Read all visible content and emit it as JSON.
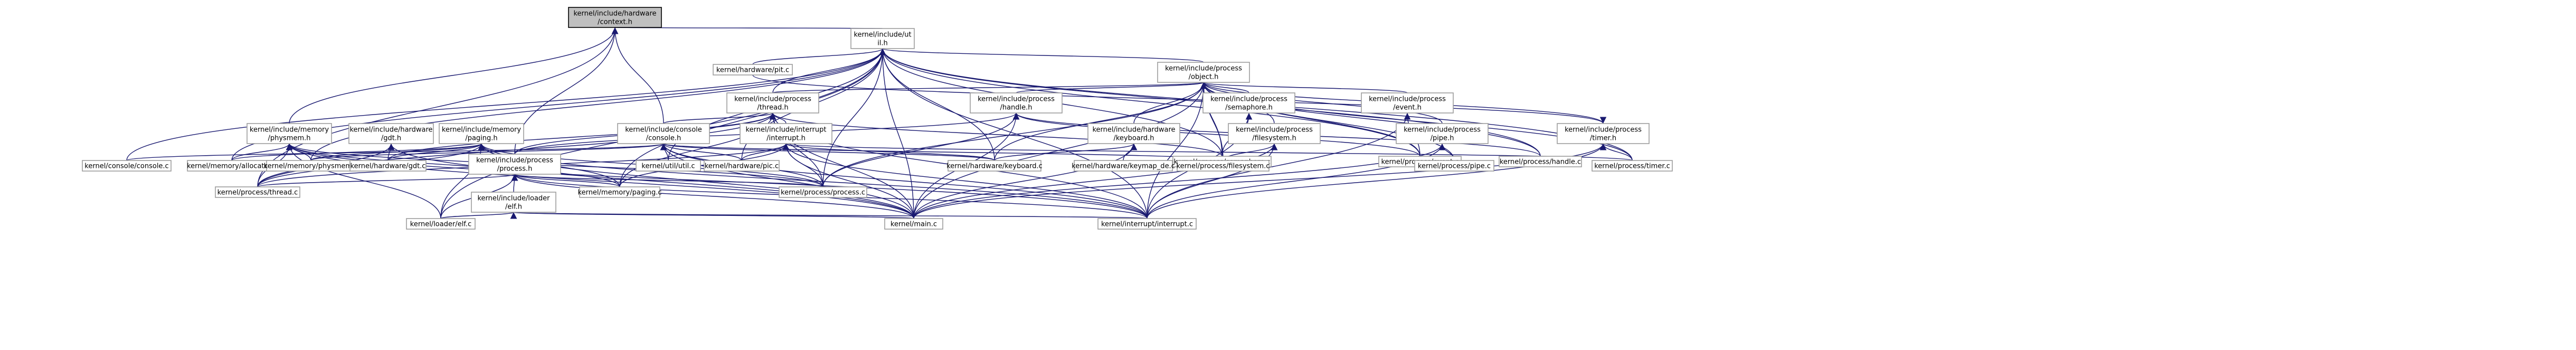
{
  "diagram": {
    "edge_color": "#191970",
    "root_fill": "#bfbfbf",
    "node_fill": "#ffffff",
    "node_border": "#9c9c9c",
    "nodes": [
      {
        "id": "console_h",
        "lines": [
          "kernel/include/hardware",
          "/context.h"
        ],
        "root": true
      },
      {
        "id": "util_h",
        "lines": [
          "kernel/include/ut",
          "il.h"
        ]
      },
      {
        "id": "object_h",
        "lines": [
          "kernel/include/process",
          "/object.h"
        ]
      },
      {
        "id": "thread_h",
        "lines": [
          "kernel/include/process",
          "/thread.h"
        ]
      },
      {
        "id": "handle_h",
        "lines": [
          "kernel/include/process",
          "/handle.h"
        ]
      },
      {
        "id": "semaphore_h",
        "lines": [
          "kernel/include/process",
          "/semaphore.h"
        ]
      },
      {
        "id": "event_h",
        "lines": [
          "kernel/include/process",
          "/event.h"
        ]
      },
      {
        "id": "filesystem_h",
        "lines": [
          "kernel/include/process",
          "/filesystem.h"
        ]
      },
      {
        "id": "pipe_h",
        "lines": [
          "kernel/include/process",
          "/pipe.h"
        ]
      },
      {
        "id": "timer_h",
        "lines": [
          "kernel/include/process",
          "/timer.h"
        ]
      },
      {
        "id": "keyboard_h",
        "lines": [
          "kernel/include/hardware",
          "/keyboard.h"
        ]
      },
      {
        "id": "interrupt_h",
        "lines": [
          "kernel/include/interrupt",
          "/interrupt.h"
        ]
      },
      {
        "id": "physmem_h",
        "lines": [
          "kernel/include/memory",
          "/physmem.h"
        ]
      },
      {
        "id": "gdt_h",
        "lines": [
          "kernel/include/hardware",
          "/gdt.h"
        ]
      },
      {
        "id": "paging_h",
        "lines": [
          "kernel/include/memory",
          "/paging.h"
        ]
      },
      {
        "id": "kconsole_h",
        "lines": [
          "kernel/include/console",
          "/console.h"
        ]
      },
      {
        "id": "process_h",
        "lines": [
          "kernel/include/process",
          "/process.h"
        ]
      },
      {
        "id": "elf_h",
        "lines": [
          "kernel/include/loader",
          "/elf.h"
        ]
      },
      {
        "id": "pit_c",
        "lines": [
          "kernel/hardware/pit.c"
        ]
      },
      {
        "id": "semaphore_c",
        "lines": [
          "kernel/process/semaphore.c"
        ]
      },
      {
        "id": "event_c",
        "lines": [
          "kernel/process/event.c"
        ]
      },
      {
        "id": "handle_c",
        "lines": [
          "kernel/process/handle.c"
        ]
      },
      {
        "id": "console_c",
        "lines": [
          "kernel/console/console.c"
        ]
      },
      {
        "id": "allocator_c",
        "lines": [
          "kernel/memory/allocator.c"
        ]
      },
      {
        "id": "physmem_c",
        "lines": [
          "kernel/memory/physmem.c"
        ]
      },
      {
        "id": "gdt_c",
        "lines": [
          "kernel/hardware/gdt.c"
        ]
      },
      {
        "id": "util_c",
        "lines": [
          "kernel/util/util.c"
        ]
      },
      {
        "id": "pic_c",
        "lines": [
          "kernel/hardware/pic.c"
        ]
      },
      {
        "id": "keyboard_c",
        "lines": [
          "kernel/hardware/keyboard.c"
        ]
      },
      {
        "id": "keymap_de_c",
        "lines": [
          "kernel/hardware/keymap_de.c"
        ]
      },
      {
        "id": "filesystem_c",
        "lines": [
          "kernel/process/filesystem.c"
        ]
      },
      {
        "id": "pipe_c",
        "lines": [
          "kernel/process/pipe.c"
        ]
      },
      {
        "id": "timer_c",
        "lines": [
          "kernel/process/timer.c"
        ]
      },
      {
        "id": "thread_c",
        "lines": [
          "kernel/process/thread.c"
        ]
      },
      {
        "id": "paging_c",
        "lines": [
          "kernel/memory/paging.c"
        ]
      },
      {
        "id": "process_c",
        "lines": [
          "kernel/process/process.c"
        ]
      },
      {
        "id": "elf_c",
        "lines": [
          "kernel/loader/elf.c"
        ]
      },
      {
        "id": "main_c",
        "lines": [
          "kernel/main.c"
        ]
      },
      {
        "id": "interrupt_c",
        "lines": [
          "kernel/interrupt/interrupt.c"
        ]
      }
    ],
    "edges": [
      [
        "console_h",
        "util_h"
      ],
      [
        "console_h",
        "physmem_h"
      ],
      [
        "console_h",
        "kconsole_h"
      ],
      [
        "console_h",
        "process_h"
      ],
      [
        "console_h",
        "thread_c"
      ],
      [
        "util_h",
        "object_h"
      ],
      [
        "util_h",
        "pit_c"
      ],
      [
        "util_h",
        "thread_h"
      ],
      [
        "util_h",
        "semaphore_c"
      ],
      [
        "util_h",
        "event_c"
      ],
      [
        "util_h",
        "handle_c"
      ],
      [
        "util_h",
        "timer_c"
      ],
      [
        "util_h",
        "interrupt_c"
      ],
      [
        "util_h",
        "main_c"
      ],
      [
        "util_h",
        "elf_c"
      ],
      [
        "util_h",
        "keyboard_c"
      ],
      [
        "util_h",
        "paging_c"
      ],
      [
        "util_h",
        "process_c"
      ],
      [
        "util_h",
        "physmem_c"
      ],
      [
        "util_h",
        "allocator_c"
      ],
      [
        "util_h",
        "console_c"
      ],
      [
        "util_h",
        "util_c"
      ],
      [
        "util_h",
        "pic_c"
      ],
      [
        "object_h",
        "thread_h"
      ],
      [
        "object_h",
        "handle_h"
      ],
      [
        "object_h",
        "semaphore_h"
      ],
      [
        "object_h",
        "event_h"
      ],
      [
        "object_h",
        "filesystem_h"
      ],
      [
        "object_h",
        "pipe_h"
      ],
      [
        "object_h",
        "timer_h"
      ],
      [
        "object_h",
        "keyboard_h"
      ],
      [
        "object_h",
        "semaphore_c"
      ],
      [
        "object_h",
        "event_c"
      ],
      [
        "object_h",
        "handle_c"
      ],
      [
        "object_h",
        "timer_c"
      ],
      [
        "object_h",
        "filesystem_c"
      ],
      [
        "object_h",
        "pipe_c"
      ],
      [
        "object_h",
        "interrupt_c"
      ],
      [
        "object_h",
        "main_c"
      ],
      [
        "object_h",
        "keyboard_c"
      ],
      [
        "object_h",
        "process_c"
      ],
      [
        "thread_h",
        "interrupt_h"
      ],
      [
        "thread_h",
        "process_h"
      ],
      [
        "thread_h",
        "semaphore_c"
      ],
      [
        "thread_h",
        "thread_c"
      ],
      [
        "thread_h",
        "interrupt_c"
      ],
      [
        "thread_h",
        "main_c"
      ],
      [
        "thread_h",
        "process_c"
      ],
      [
        "thread_h",
        "paging_c"
      ],
      [
        "thread_h",
        "kconsole_h"
      ],
      [
        "thread_h",
        "gdt_c"
      ],
      [
        "handle_h",
        "process_h"
      ],
      [
        "handle_h",
        "handle_c"
      ],
      [
        "handle_h",
        "main_c"
      ],
      [
        "handle_h",
        "process_c"
      ],
      [
        "handle_h",
        "event_c"
      ],
      [
        "semaphore_h",
        "semaphore_c"
      ],
      [
        "semaphore_h",
        "interrupt_c"
      ],
      [
        "event_h",
        "event_c"
      ],
      [
        "event_h",
        "interrupt_c"
      ],
      [
        "filesystem_h",
        "filesystem_c"
      ],
      [
        "filesystem_h",
        "interrupt_c"
      ],
      [
        "filesystem_h",
        "main_c"
      ],
      [
        "pipe_h",
        "pipe_c"
      ],
      [
        "pipe_h",
        "interrupt_c"
      ],
      [
        "pipe_h",
        "main_c"
      ],
      [
        "timer_h",
        "timer_c"
      ],
      [
        "timer_h",
        "interrupt_c"
      ],
      [
        "timer_h",
        "pit_c"
      ],
      [
        "timer_h",
        "main_c"
      ],
      [
        "keyboard_h",
        "keyboard_c"
      ],
      [
        "keyboard_h",
        "keymap_de_c"
      ],
      [
        "keyboard_h",
        "main_c"
      ],
      [
        "interrupt_h",
        "pic_c"
      ],
      [
        "interrupt_h",
        "keyboard_c"
      ],
      [
        "interrupt_h",
        "interrupt_c"
      ],
      [
        "interrupt_h",
        "main_c"
      ],
      [
        "interrupt_h",
        "paging_c"
      ],
      [
        "interrupt_h",
        "process_c"
      ],
      [
        "interrupt_h",
        "timer_c"
      ],
      [
        "interrupt_h",
        "thread_c"
      ],
      [
        "physmem_h",
        "physmem_c"
      ],
      [
        "physmem_h",
        "allocator_c"
      ],
      [
        "physmem_h",
        "paging_c"
      ],
      [
        "physmem_h",
        "main_c"
      ],
      [
        "physmem_h",
        "process_c"
      ],
      [
        "physmem_h",
        "thread_c"
      ],
      [
        "physmem_h",
        "elf_c"
      ],
      [
        "physmem_h",
        "interrupt_c"
      ],
      [
        "gdt_h",
        "gdt_c"
      ],
      [
        "gdt_h",
        "thread_c"
      ],
      [
        "gdt_h",
        "main_c"
      ],
      [
        "paging_h",
        "paging_c"
      ],
      [
        "paging_h",
        "physmem_c"
      ],
      [
        "paging_h",
        "allocator_c"
      ],
      [
        "paging_h",
        "process_c"
      ],
      [
        "paging_h",
        "thread_c"
      ],
      [
        "paging_h",
        "elf_c"
      ],
      [
        "paging_h",
        "main_c"
      ],
      [
        "paging_h",
        "interrupt_c"
      ],
      [
        "paging_h",
        "gdt_c"
      ],
      [
        "kconsole_h",
        "console_c"
      ],
      [
        "kconsole_h",
        "util_c"
      ],
      [
        "kconsole_h",
        "pic_c"
      ],
      [
        "kconsole_h",
        "keyboard_c"
      ],
      [
        "kconsole_h",
        "main_c"
      ],
      [
        "kconsole_h",
        "interrupt_c"
      ],
      [
        "kconsole_h",
        "filesystem_c"
      ],
      [
        "kconsole_h",
        "process_c"
      ],
      [
        "kconsole_h",
        "physmem_c"
      ],
      [
        "process_h",
        "thread_c"
      ],
      [
        "process_h",
        "process_c"
      ],
      [
        "process_h",
        "elf_h"
      ],
      [
        "process_h",
        "paging_c"
      ],
      [
        "process_h",
        "main_c"
      ],
      [
        "process_h",
        "interrupt_c"
      ],
      [
        "process_h",
        "elf_c"
      ],
      [
        "elf_h",
        "elf_c"
      ],
      [
        "elf_h",
        "main_c"
      ],
      [
        "elf_h",
        "interrupt_c"
      ]
    ]
  }
}
